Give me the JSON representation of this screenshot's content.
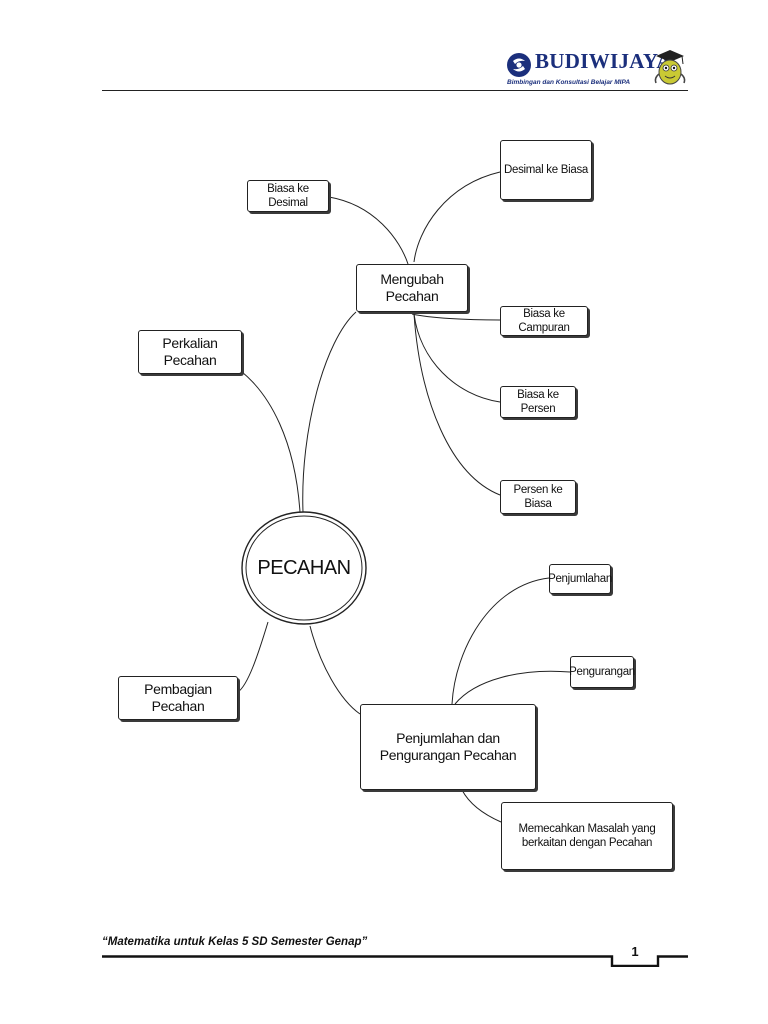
{
  "header": {
    "brand": "BUDIWIJAYA",
    "tagline": "Bimbingan dan Konsultasi Belajar MIPA"
  },
  "diagram": {
    "center": "PECAHAN",
    "branches": {
      "mengubah": "Mengubah Pecahan",
      "perkalian": "Perkalian Pecahan",
      "pembagian": "Pembagian Pecahan",
      "penjumlahan": "Penjumlahan dan Pengurangan Pecahan"
    },
    "mengubah_children": {
      "biasa_ke_desimal": "Biasa ke Desimal",
      "desimal_ke_biasa": "Desimal ke Biasa",
      "biasa_ke_campuran": "Biasa ke Campuran",
      "biasa_ke_persen": "Biasa ke Persen",
      "persen_ke_biasa": "Persen ke Biasa"
    },
    "penjumlahan_children": {
      "penjumlahan": "Penjumlahan",
      "pengurangan": "Pengurangan",
      "memecahkan": "Memecahkan Masalah yang berkaitan dengan Pecahan"
    }
  },
  "footer": {
    "title": "“Matematika untuk Kelas 5 SD Semester Genap”",
    "page": "1"
  },
  "colors": {
    "brand": "#1b2f7c",
    "line": "#222222"
  }
}
